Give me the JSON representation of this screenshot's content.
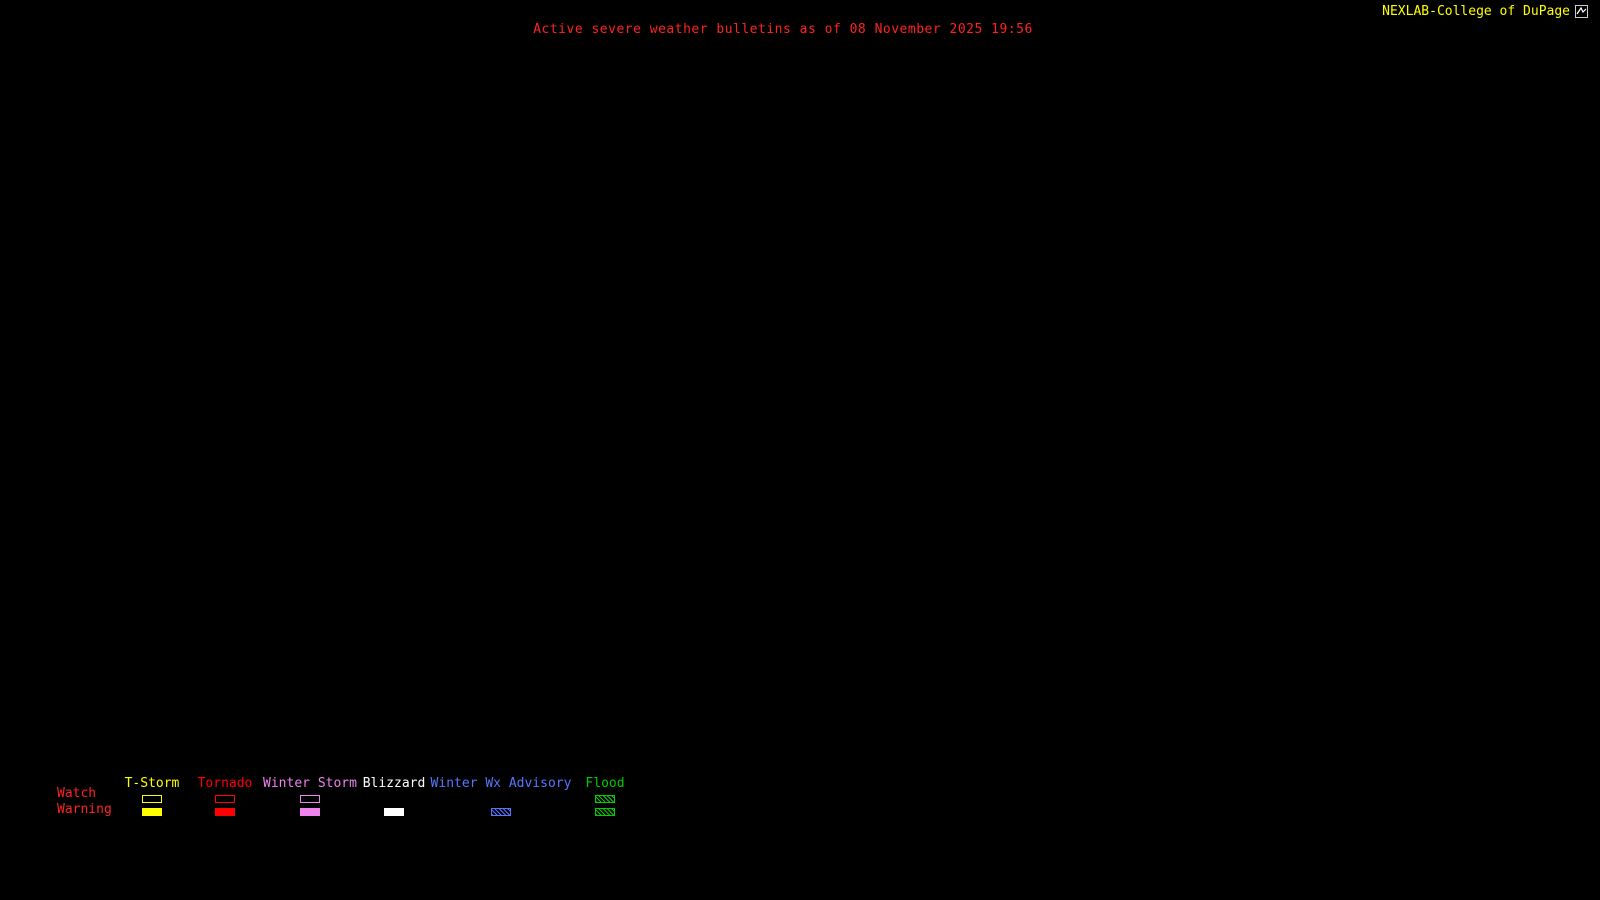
{
  "header": {
    "title": "Active severe weather bulletins as of 08 November 2025 19:56",
    "title_color": "#ff2222"
  },
  "branding": {
    "label": "NEXLAB-College of DuPage",
    "color": "#ffff00",
    "logo_icon": "cod-logo-icon"
  },
  "legend": {
    "row_label_color": "#ff2222",
    "rows": [
      {
        "label": "Watch"
      },
      {
        "label": "Warning"
      }
    ],
    "columns": [
      {
        "label": "T-Storm",
        "color": "#ffff00",
        "watch": "outline",
        "warning": "solid"
      },
      {
        "label": "Tornado",
        "color": "#ff0000",
        "watch": "outline",
        "warning": "solid"
      },
      {
        "label": "Winter Storm",
        "color": "#ee82ee",
        "watch": "outline",
        "warning": "solid"
      },
      {
        "label": "Blizzard",
        "color": "#ffffff",
        "watch": "none",
        "warning": "solid"
      },
      {
        "label": "Winter Wx Advisory",
        "color": "#5577ff",
        "watch": "none",
        "warning": "hatch"
      },
      {
        "label": "Flood",
        "color": "#00cc00",
        "watch": "hatch",
        "warning": "hatch"
      }
    ]
  }
}
